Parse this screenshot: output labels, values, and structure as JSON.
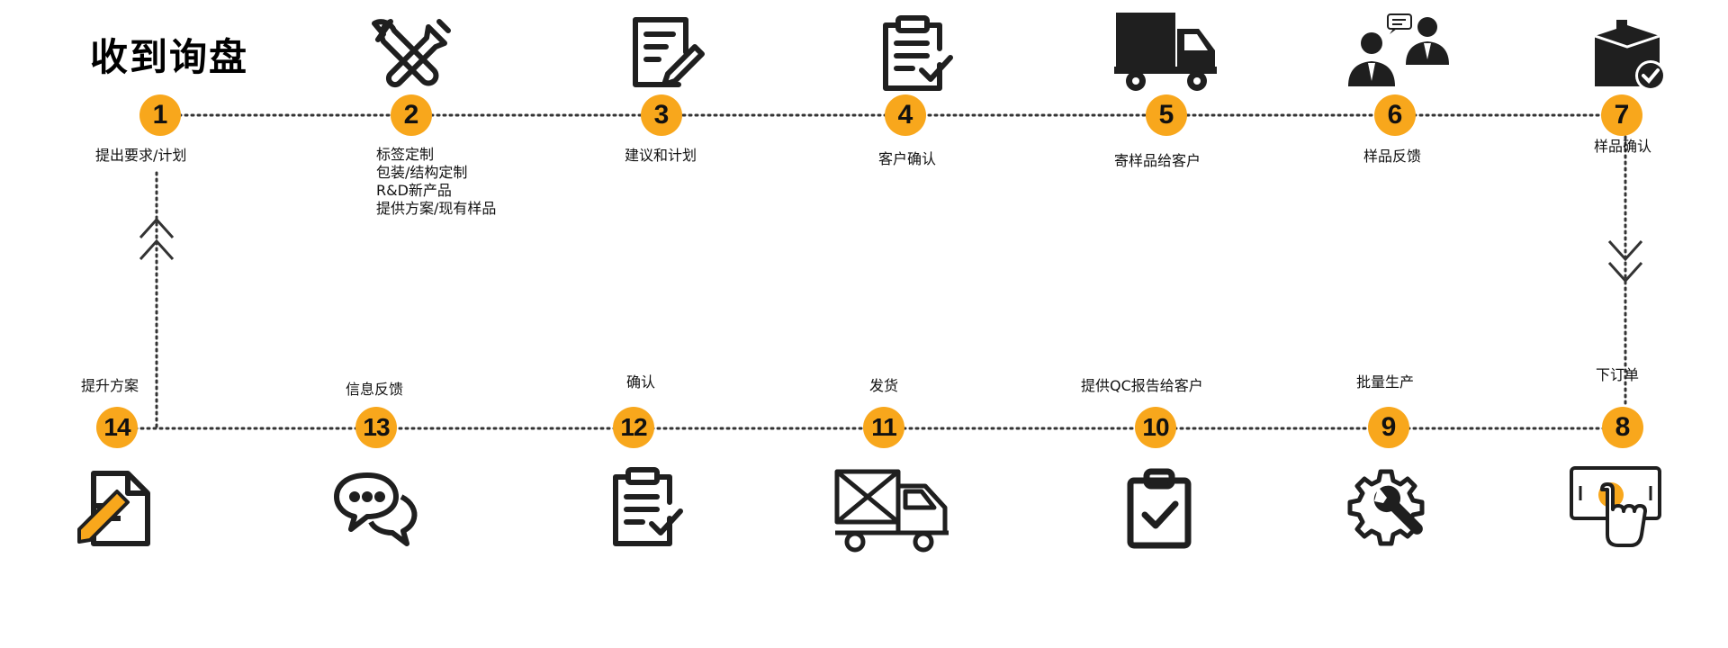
{
  "title": "收到询盘",
  "colors": {
    "accent": "#f8a71c",
    "ink": "#1f1f1f",
    "line": "#333333"
  },
  "steps": [
    {
      "num": "1",
      "label": "提出要求/计划"
    },
    {
      "num": "2",
      "lines": [
        "标签定制",
        "包装/结构定制",
        "R&D新产品",
        "提供方案/现有样品"
      ]
    },
    {
      "num": "3",
      "label": "建议和计划"
    },
    {
      "num": "4",
      "label": "客户确认"
    },
    {
      "num": "5",
      "label": "寄样品给客户"
    },
    {
      "num": "6",
      "label": "样品反馈"
    },
    {
      "num": "7",
      "label": "样品确认"
    },
    {
      "num": "8",
      "label": "下订单"
    },
    {
      "num": "9",
      "label": "批量生产"
    },
    {
      "num": "10",
      "label": "提供QC报告给客户"
    },
    {
      "num": "11",
      "label": "发货"
    },
    {
      "num": "12",
      "label": "确认"
    },
    {
      "num": "13",
      "label": "信息反馈"
    },
    {
      "num": "14",
      "label": "提升方案"
    }
  ],
  "icons": [
    "tools-icon",
    "edit-document-icon",
    "checklist-icon",
    "truck-icon",
    "consultation-icon",
    "package-check-icon",
    "touchscreen-icon",
    "gear-wrench-icon",
    "clipboard-check-icon",
    "cargo-truck-icon",
    "chat-bubbles-icon",
    "checklist-icon",
    "file-edit-icon"
  ]
}
